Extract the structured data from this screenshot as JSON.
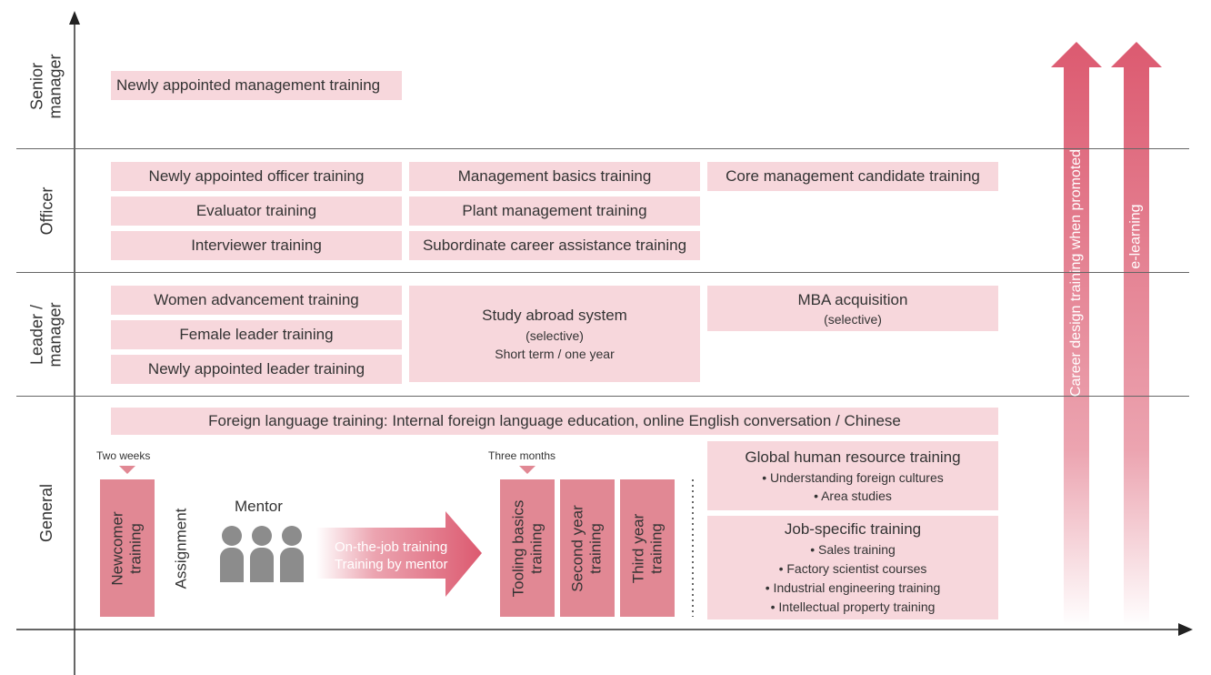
{
  "levels": {
    "senior": "Senior\nmanager",
    "officer": "Officer",
    "leader": "Leader /\nmanager",
    "general": "General"
  },
  "senior": {
    "newly_management": "Newly appointed management training"
  },
  "officer": {
    "col1": [
      "Newly appointed officer training",
      "Evaluator training",
      "Interviewer training"
    ],
    "col2": [
      "Management basics training",
      "Plant management training",
      "Subordinate career assistance training"
    ],
    "col3": "Core management candidate training"
  },
  "leader": {
    "col1": [
      "Women advancement training",
      "Female leader training",
      "Newly appointed leader training"
    ],
    "study_abroad": {
      "title": "Study abroad system",
      "sub1": "(selective)",
      "sub2": "Short term / one year"
    },
    "mba": {
      "title": "MBA acquisition",
      "sub": "(selective)"
    }
  },
  "general": {
    "foreign_language": "Foreign language training: Internal foreign language education, online English conversation / Chinese",
    "two_weeks": "Two weeks",
    "three_months": "Three months",
    "newcomer": "Newcomer\ntraining",
    "assignment": "Assignment",
    "mentor": "Mentor",
    "ojt_line1": "On-the-job training",
    "ojt_line2": "Training by mentor",
    "tooling": "Tooling basics\ntraining",
    "second_year": "Second year\ntraining",
    "third_year": "Third year\ntraining",
    "global_hr": {
      "title": "Global human resource training",
      "items": [
        "• Understanding foreign cultures",
        "• Area studies"
      ]
    },
    "job_specific": {
      "title": "Job-specific training",
      "items": [
        "• Sales training",
        "• Factory scientist courses",
        "• Industrial engineering training",
        "• Intellectual property training"
      ]
    }
  },
  "arrows": {
    "career": "Career design training when promoted",
    "elearning": "e-learning"
  },
  "colors": {
    "box_fill": "#f7d7dc",
    "accent": "#e18894",
    "arrow": "#dc5a70",
    "icon_gray": "#8c8c8c"
  }
}
